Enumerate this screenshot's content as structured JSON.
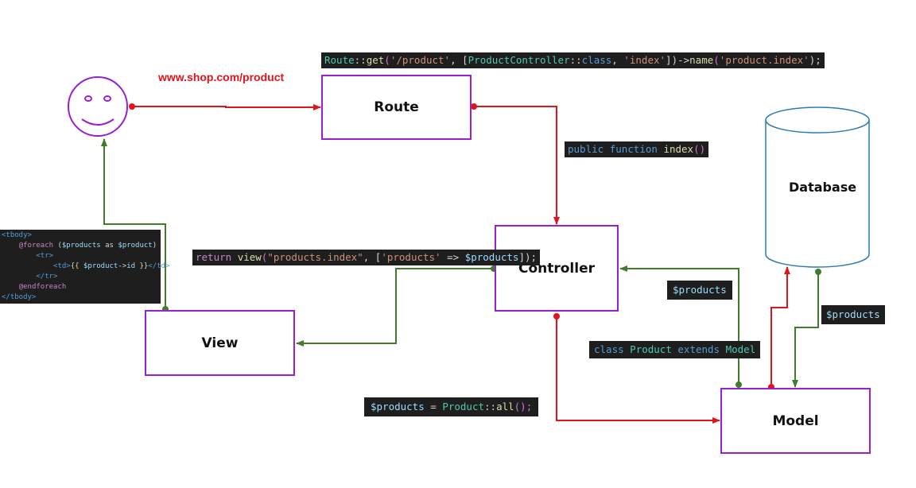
{
  "url_label": "www.shop.com/product",
  "nodes": {
    "route": "Route",
    "controller": "Controller",
    "view": "View",
    "model": "Model",
    "database": "Database"
  },
  "code": {
    "route_def": {
      "p1": "Route",
      "p2": "::",
      "p3": "get",
      "p4": "(",
      "p5": "'/product'",
      "p6": ", [",
      "p7": "ProductController",
      "p8": "::",
      "p9": "class",
      "p10": ", ",
      "p11": "'index'",
      "p12": "])->",
      "p13": "name",
      "p14": "(",
      "p15": "'product.index'",
      "p16": ");"
    },
    "controller_method": {
      "p1": "public",
      "p2": " ",
      "p3": "function",
      "p4": " ",
      "p5": "index",
      "p6": "()"
    },
    "return_view": {
      "p1": "return",
      "p2": " ",
      "p3": "view",
      "p4": "(",
      "p5": "\"products.index\"",
      "p6": ", [",
      "p7": "'products'",
      "p8": " => ",
      "p9": "$products",
      "p10": "]);"
    },
    "products_controller": "$products",
    "products_db": "$products",
    "model_class": {
      "p1": "class",
      "p2": " ",
      "p3": "Product",
      "p4": " ",
      "p5": "extends",
      "p6": " ",
      "p7": "Model"
    },
    "products_all": {
      "p1": "$products",
      "p2": " = ",
      "p3": "Product",
      "p4": "::",
      "p5": "all",
      "p6": "();"
    },
    "blade": {
      "l1": "<tbody>",
      "l2a": "@foreach",
      "l2b": " (",
      "l2c": "$products",
      "l2d": " as ",
      "l2e": "$product",
      "l2f": ")",
      "l3": "<tr>",
      "l4a": "<td>",
      "l4b": "{{ ",
      "l4c": "$product",
      "l4d": "->",
      "l4e": "id",
      "l4f": " }}",
      "l4g": "</td>",
      "l5": "</tr>",
      "l6": "@endforeach",
      "l7": "</tbody>"
    }
  },
  "colors": {
    "request": "#e0151b",
    "response": "#3f7d2a",
    "node_border": "#9b1fd0",
    "database": "#2a7ab5"
  }
}
